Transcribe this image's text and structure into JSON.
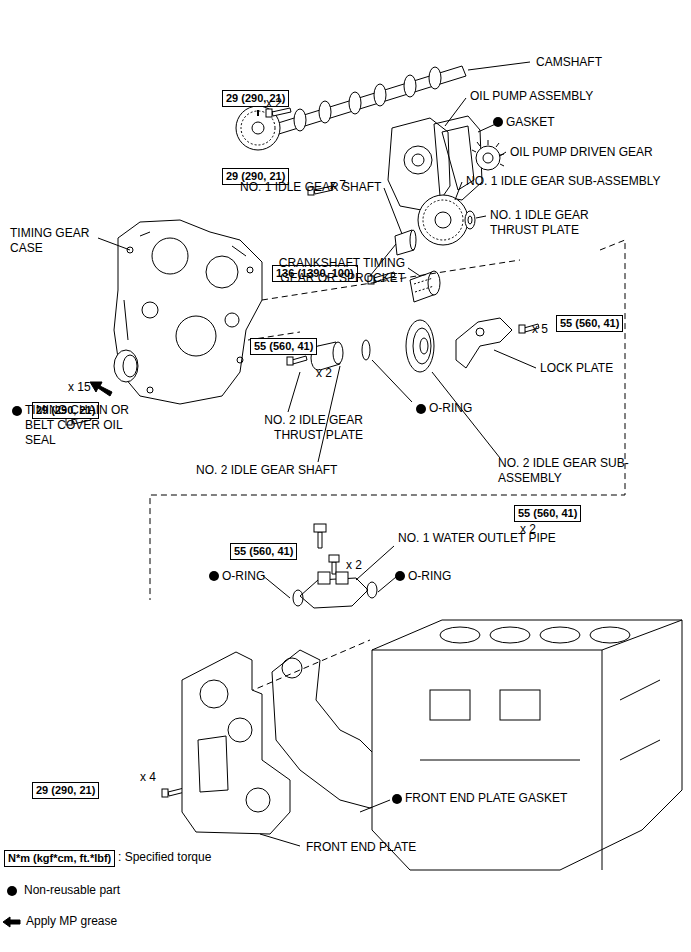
{
  "diagram": {
    "nodes": [
      {
        "text": [
          "29 (290, 21)"
        ]
      },
      {
        "text": [
          "29 (290, 21)"
        ]
      },
      {
        "text": [
          "136 (1390, 100)"
        ]
      },
      {
        "text": [
          "29 (290, 21)"
        ]
      },
      {
        "text": [
          "55 (560, 41)"
        ]
      },
      {
        "text": [
          "55 (560, 41)"
        ]
      },
      {
        "text": [
          "55 (560, 41)"
        ]
      },
      {
        "text": [
          "55 (560, 41)"
        ]
      },
      {
        "text": [
          "29 (290, 21)"
        ]
      },
      {
        "text": [
          "N*m (kgf*cm, ft.*lbf)"
        ]
      }
    ],
    "labels": [
      "CAMSHAFT",
      "x 2",
      "OIL PUMP ASSEMBLY",
      "GASKET",
      "OIL PUMP DRIVEN GEAR",
      "x 7",
      "NO. 1 IDLE GEAR SHAFT",
      "NO. 1 IDLE GEAR SUB-ASSEMBLY",
      "TIMING GEAR CASE",
      "NO. 1 IDLE GEAR THRUST PLATE",
      "CRANKSHAFT TIMING GEAR OR SPROCKET",
      "x 15",
      "x 5",
      "LOCK PLATE",
      "x 2",
      "O-RING",
      "NO. 2 IDLE GEAR THRUST PLATE",
      "TIMING CHAIN OR BELT COVER OIL SEAL",
      "NO. 2 IDLE GEAR SHAFT",
      "NO. 2 IDLE GEAR SUB-ASSEMBLY",
      "x 2",
      "x 2",
      "NO. 1 WATER OUTLET PIPE",
      "O-RING",
      "O-RING",
      "x 4",
      "FRONT END PLATE GASKET",
      "FRONT END PLATE"
    ],
    "legend": [
      {
        "text": ": Specified torque"
      },
      {
        "text": "Non-reusable part"
      },
      {
        "text": "Apply MP grease"
      }
    ]
  }
}
